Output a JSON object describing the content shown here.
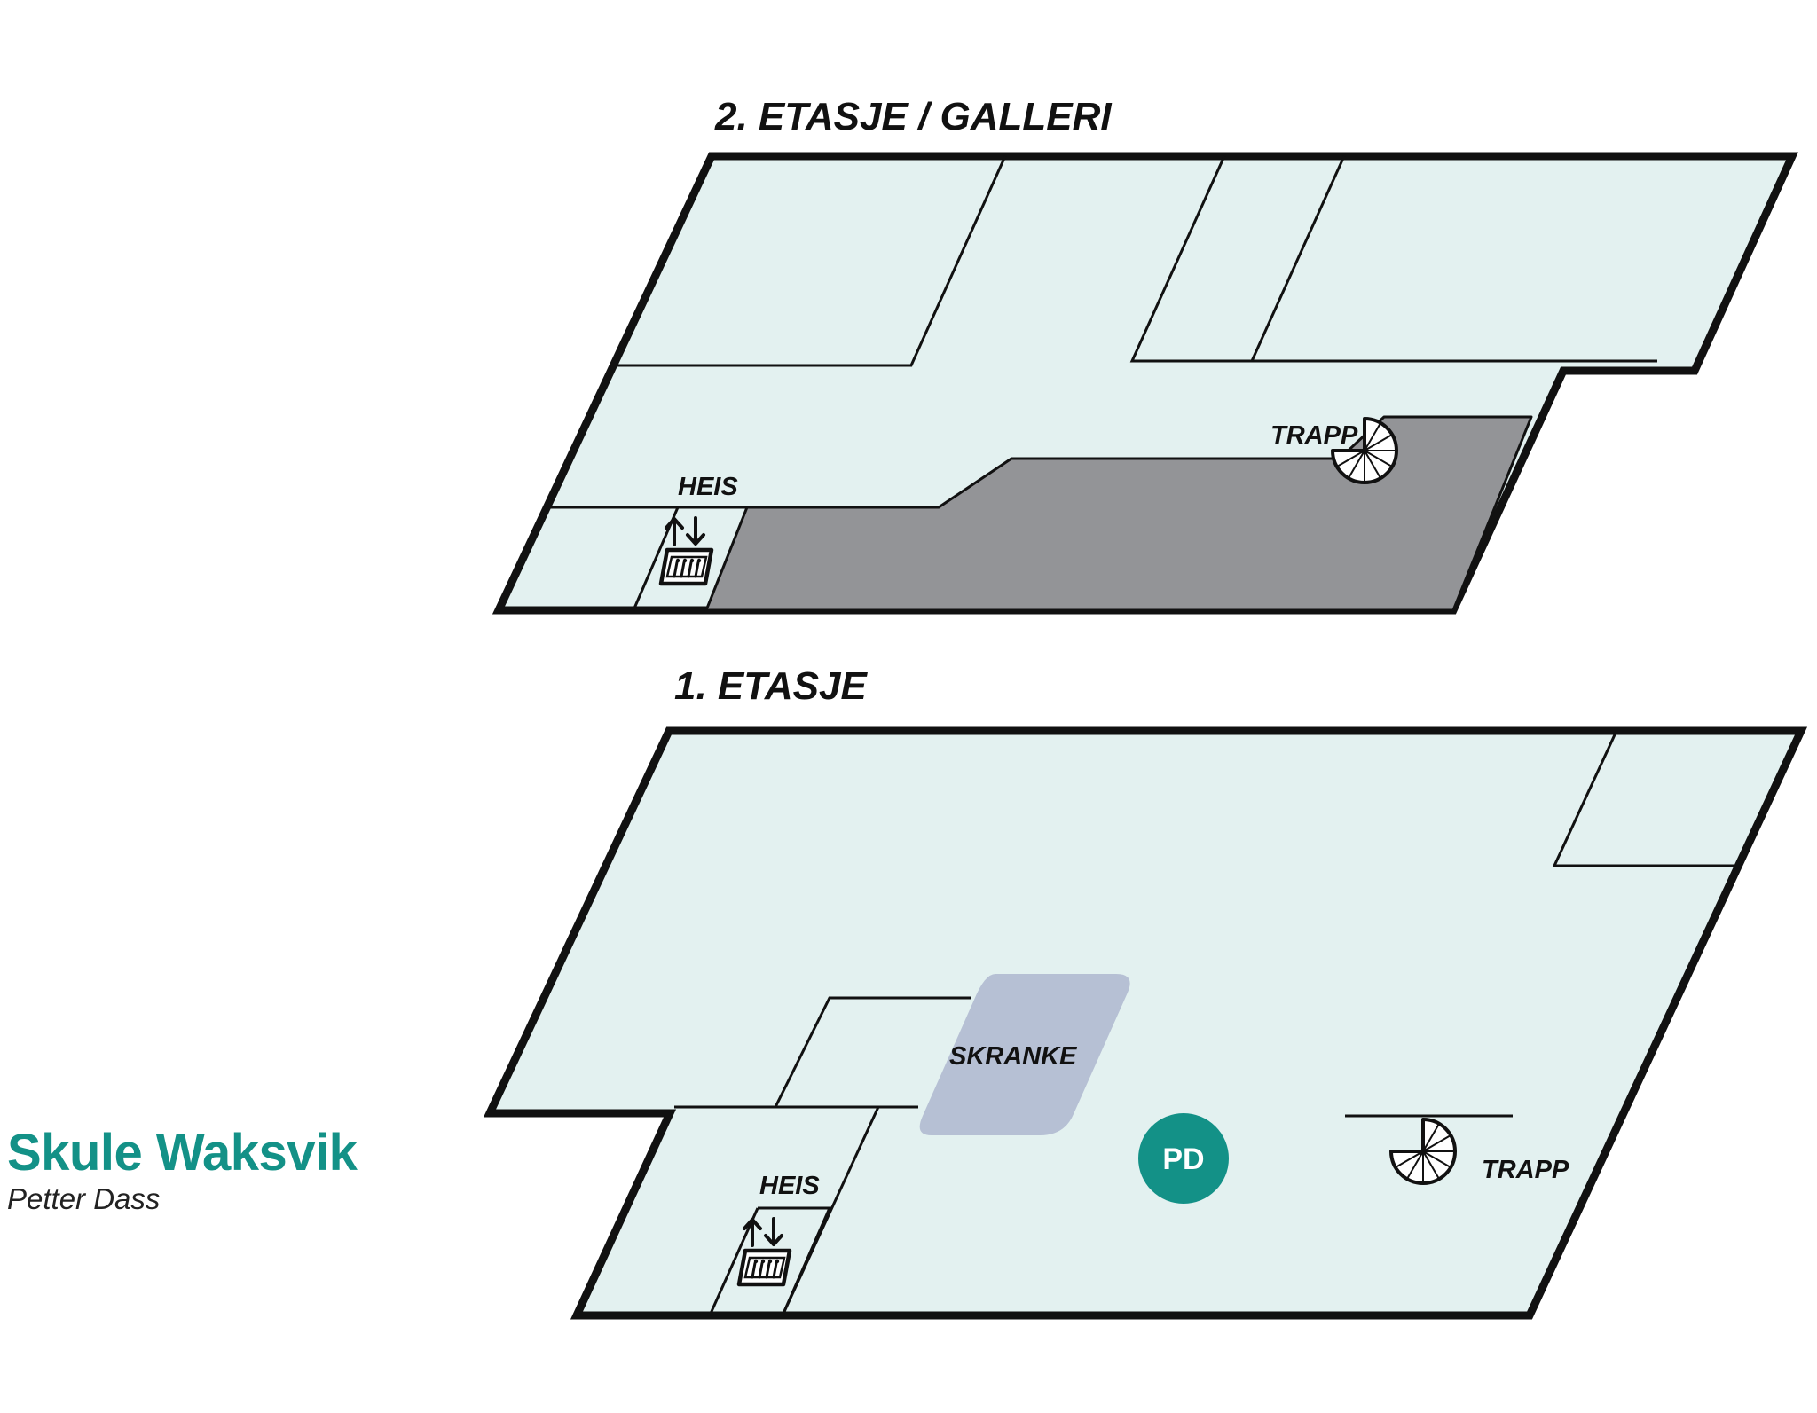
{
  "colors": {
    "floor_fill": "#e3f1f0",
    "void_fill": "#939497",
    "desk_fill": "#b6c0d4",
    "outline": "#111111",
    "accent": "#139187",
    "background": "#ffffff"
  },
  "floors": {
    "upper": {
      "title": "2. ETASJE / GALLERI",
      "elevator_label": "HEIS",
      "stair_label": "TRAPP",
      "icons": [
        "elevator-icon",
        "spiral-stair-icon"
      ]
    },
    "ground": {
      "title": "1. ETASJE",
      "desk_label": "SKRANKE",
      "elevator_label": "HEIS",
      "stair_label": "TRAPP",
      "marker_label": "PD",
      "icons": [
        "elevator-icon",
        "spiral-stair-icon",
        "location-marker-icon"
      ]
    }
  },
  "venue": {
    "name": "Skule Waksvik",
    "subtitle": "Petter Dass"
  }
}
